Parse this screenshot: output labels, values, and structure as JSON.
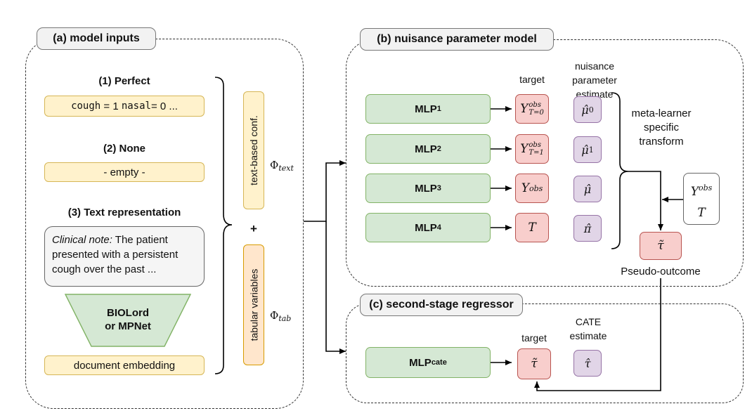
{
  "panels": {
    "inputs": {
      "tag": "(a) model inputs"
    },
    "nuisance": {
      "tag": "(b) nuisance parameter model"
    },
    "second": {
      "tag": "(c) second-stage regressor"
    }
  },
  "inputs": {
    "perfect_heading": "(1) Perfect",
    "perfect_box": {
      "cough": "cough",
      "eq1": " = 1 ",
      "nasal": "nasal",
      "eq2": "= 0 ..."
    },
    "none_heading": "(2) None",
    "none_box": "- empty -",
    "text_heading": "(3) Text representation",
    "clinical_label": "Clinical note:",
    "clinical_text": " The patient presented with a persistent cough over the past ...",
    "encoder_line1": "BIOLord",
    "encoder_line2": "or MPNet",
    "doc_embedding": "document embedding",
    "text_conf": "text-based conf.",
    "tabular": "tabular variables",
    "plus": "+",
    "phi": "Φ",
    "phi_text_sub": "text",
    "phi_tab_sub": "tab"
  },
  "nuisance": {
    "target_header": "target",
    "estimate_header": "nuisance parameter estimate",
    "mlp_base": "MLP",
    "mlps": [
      {
        "sub": "1",
        "target_base": "Y",
        "target_sup": "obs",
        "target_sub": "T=0",
        "estimate_base": "μ̂",
        "estimate_sub": "0"
      },
      {
        "sub": "2",
        "target_base": "Y",
        "target_sup": "obs",
        "target_sub": "T=1",
        "estimate_base": "μ̂",
        "estimate_sub": "1"
      },
      {
        "sub": "3",
        "target_base": "Y",
        "target_sup": "obs",
        "target_sub": "",
        "estimate_base": "μ̂",
        "estimate_sub": ""
      },
      {
        "sub": "4",
        "target_base": "T",
        "target_sup": "",
        "target_sub": "",
        "estimate_base": "π̂",
        "estimate_sub": ""
      }
    ],
    "transform_label": "meta-learner specific transform",
    "yt_box": {
      "y_base": "Y",
      "y_sup": "obs",
      "t": "T"
    },
    "tau_hat": "τ̃",
    "pseudo_outcome": "Pseudo-outcome"
  },
  "second": {
    "mlp_base": "MLP",
    "mlp_sub": "cate",
    "target_header": "target",
    "estimate_header": "CATE estimate",
    "target_value": "τ̃",
    "estimate_value": "τ̂"
  }
}
